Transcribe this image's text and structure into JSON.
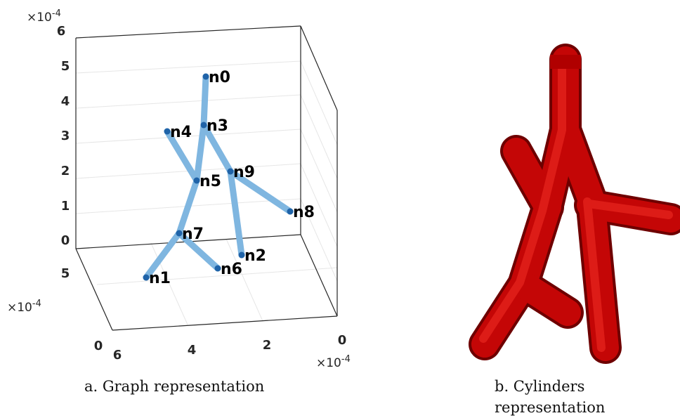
{
  "panel_a": {
    "caption": "a. Graph representation",
    "z_exponent": "×10",
    "z_exponent_power": "-4",
    "y_exponent": "×10",
    "y_exponent_power": "-4",
    "x_exponent": "×10",
    "x_exponent_power": "-4",
    "z_ticks": [
      "6",
      "5",
      "4",
      "3",
      "2",
      "1",
      "0"
    ],
    "y_ticks": [
      "5",
      "0"
    ],
    "x_ticks": [
      "6",
      "4",
      "2",
      "0"
    ],
    "nodes": [
      "n0",
      "n3",
      "n4",
      "n9",
      "n5",
      "n8",
      "n7",
      "n2",
      "n6",
      "n1"
    ],
    "edges": [
      [
        "n0",
        "n3"
      ],
      [
        "n3",
        "n5"
      ],
      [
        "n4",
        "n5"
      ],
      [
        "n3",
        "n9"
      ],
      [
        "n9",
        "n8"
      ],
      [
        "n9",
        "n2"
      ],
      [
        "n5",
        "n7"
      ],
      [
        "n7",
        "n1"
      ],
      [
        "n7",
        "n6"
      ]
    ],
    "colors": {
      "edge": "#7fb6e0",
      "node": "#1f63a8",
      "grid": "#e6e6e6",
      "axis": "#262626"
    }
  },
  "panel_b": {
    "caption": "b. Cylinders representation",
    "colors": {
      "cylinder": "#c90000",
      "cylinder_dark": "#7a0000"
    }
  }
}
